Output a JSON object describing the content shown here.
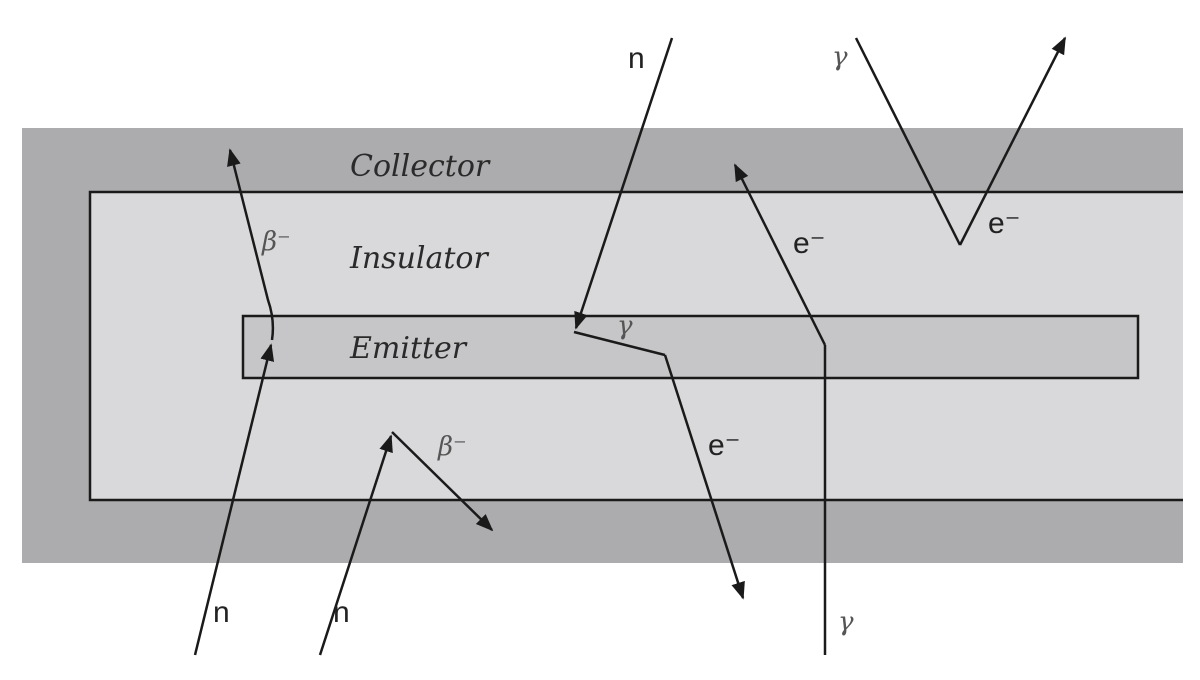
{
  "layers": {
    "collector": "Collector",
    "insulator": "Insulator",
    "emitter": "Emitter"
  },
  "colors": {
    "collector": "#acacae",
    "insulator": "#d9d9db",
    "emitter": "#c6c6c8",
    "lines": "#1a1a1a"
  },
  "particles": {
    "neutron": "n",
    "gamma": "γ",
    "beta": "β⁻",
    "electron": "e⁻"
  }
}
